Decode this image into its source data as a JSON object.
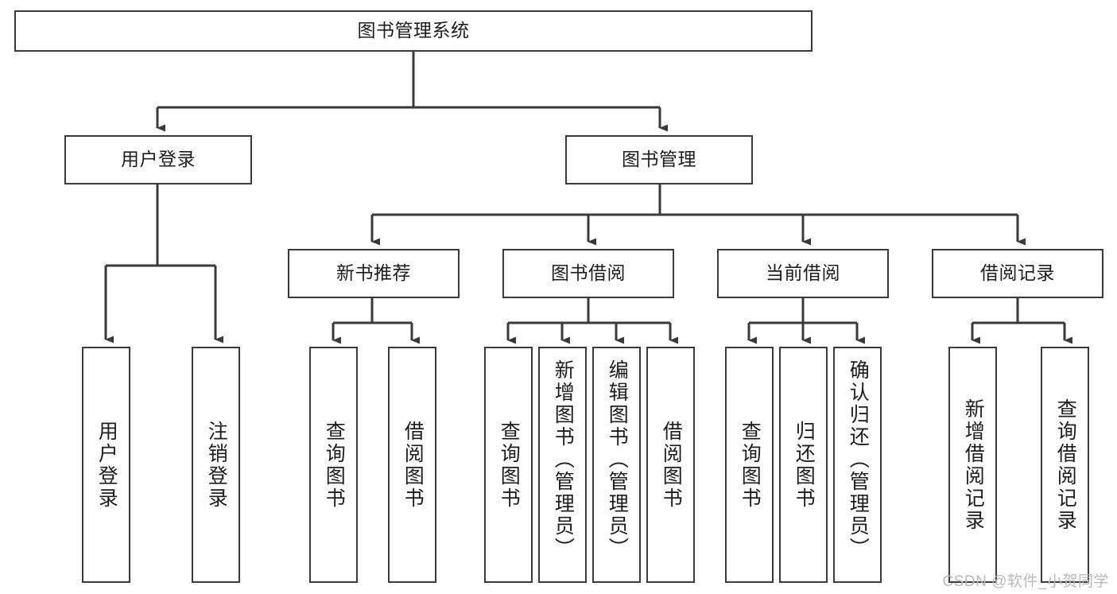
{
  "diagram": {
    "type": "tree-hierarchy",
    "title": "图书管理系统",
    "line_color": "#3a3a3a",
    "box_fill": "#ffffff",
    "text_color": "#1d1d1d",
    "watermark": "CSDN @软件_小贺同学"
  },
  "root": {
    "label": "图书管理系统"
  },
  "level2": [
    {
      "label": "用户登录"
    },
    {
      "label": "图书管理"
    }
  ],
  "level3": [
    {
      "label": "新书推荐"
    },
    {
      "label": "图书借阅"
    },
    {
      "label": "当前借阅"
    },
    {
      "label": "借阅记录"
    }
  ],
  "leaves": {
    "user_login": [
      {
        "label": "用户登录"
      },
      {
        "label": "注销登录"
      }
    ],
    "new_book_recommend": [
      {
        "label": "查询图书"
      },
      {
        "label": "借阅图书"
      }
    ],
    "book_borrow": [
      {
        "label": "查询图书"
      },
      {
        "label": "新增图书（管理员）"
      },
      {
        "label": "编辑图书（管理员）"
      },
      {
        "label": "借阅图书"
      }
    ],
    "current_borrow": [
      {
        "label": "查询图书"
      },
      {
        "label": "归还图书"
      },
      {
        "label": "确认归还（管理员）"
      }
    ],
    "borrow_record": [
      {
        "label": "新增借阅记录"
      },
      {
        "label": "查询借阅记录"
      }
    ]
  }
}
